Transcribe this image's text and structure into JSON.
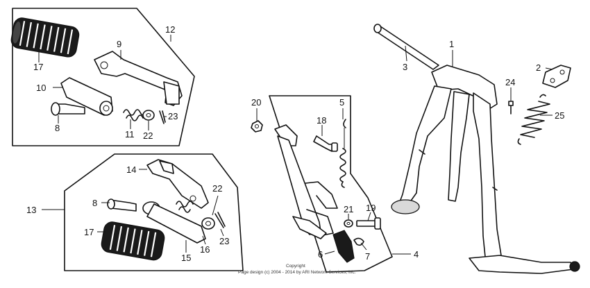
{
  "callouts": {
    "c1": "1",
    "c2": "2",
    "c3": "3",
    "c4": "4",
    "c5": "5",
    "c6": "6",
    "c7": "7",
    "c8a": "8",
    "c8b": "8",
    "c9": "9",
    "c10": "10",
    "c11": "11",
    "c12": "12",
    "c13": "13",
    "c14": "14",
    "c15": "15",
    "c16": "16",
    "c17a": "17",
    "c17b": "17",
    "c18": "18",
    "c19": "19",
    "c20": "20",
    "c21": "21",
    "c22a": "22",
    "c22b": "22",
    "c23a": "23",
    "c23b": "23",
    "c24": "24",
    "c25": "25"
  },
  "copyright": {
    "line1": "Copyright",
    "line2": "Page design (c) 2004 - 2014 by ARI Network Services, Inc."
  }
}
